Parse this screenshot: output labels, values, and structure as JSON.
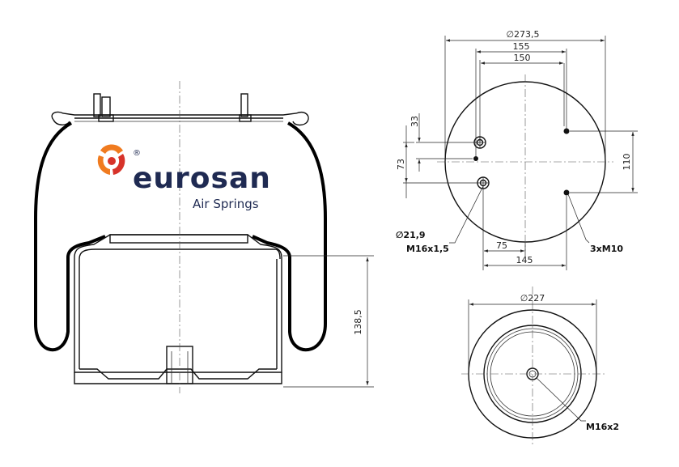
{
  "logo": {
    "name": "eurosan",
    "tagline": "Air Springs",
    "registered": "®",
    "colors": {
      "brand": "#1f2a52",
      "accent_orange": "#f07b1f",
      "accent_red": "#d7332a"
    }
  },
  "side_view": {
    "height_label": "138,5"
  },
  "top_view": {
    "diameter_label": "∅273,5",
    "dim_155": "155",
    "dim_150": "150",
    "dim_33": "33",
    "dim_73": "73",
    "dim_110": "110",
    "dim_75": "75",
    "dim_145": "145",
    "hole_diameter": "∅21,9",
    "thread_center": "M16x1,5",
    "thread_studs": "3xM10"
  },
  "bottom_view": {
    "diameter_label": "∅227",
    "thread_label": "M16x2"
  }
}
